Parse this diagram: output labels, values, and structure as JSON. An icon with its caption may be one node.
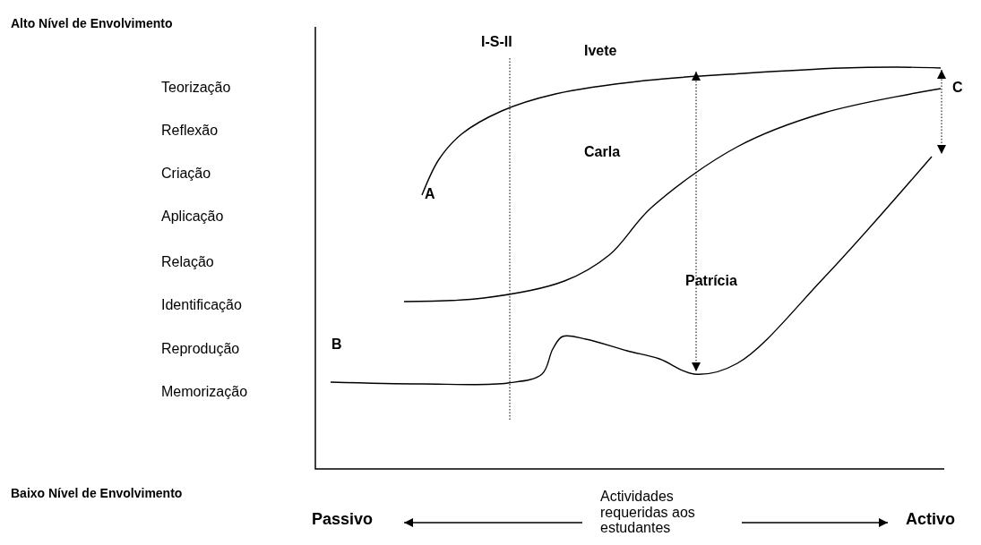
{
  "diagram": {
    "nodes": [
      {
        "text": [
          "Passivo"
        ]
      },
      {
        "text": [
          "Actividades requeridas aos estudantes"
        ]
      },
      {
        "text": [
          "Activo"
        ]
      }
    ],
    "edges": [
      {
        "from": 1,
        "to": 0,
        "arrow": "to"
      },
      {
        "from": 1,
        "to": 2,
        "arrow": "to"
      }
    ],
    "labels": [
      "Alto Nível de Envolvimento",
      "I-S-II",
      "Ivete",
      "Teorização",
      "C",
      "Reflexão",
      "Carla",
      "Criação",
      "A",
      "Aplicação",
      "Relação",
      "Patrícia",
      "Identificação",
      "Reprodução",
      "B",
      "Memorização",
      "Baixo Nível de Envolvimento"
    ]
  }
}
